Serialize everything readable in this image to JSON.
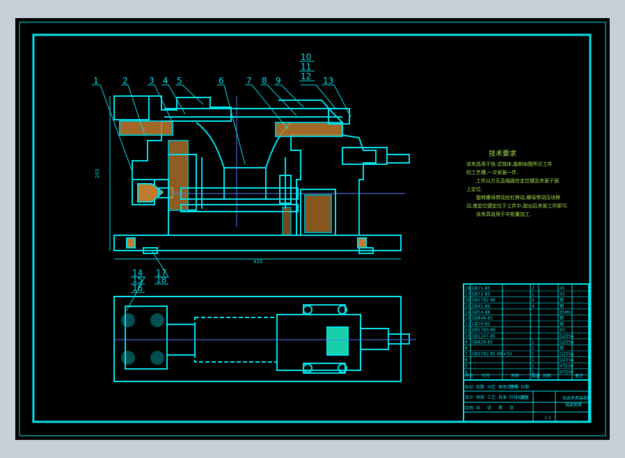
{
  "colors": {
    "background": "#c7d0d9",
    "sheet": "#000000",
    "line": "#00e5ee",
    "text": "#00e5ee",
    "note_text": "#a6e24a",
    "axis": "#5b7cff",
    "hatch_fill": "#c07b2c",
    "detail_fill": "#17d0a8"
  },
  "balloons": {
    "top": [
      "1",
      "2",
      "3",
      "4",
      "5",
      "6",
      "7",
      "8",
      "9",
      "13"
    ],
    "stack_top": [
      "10",
      "11",
      "12"
    ],
    "stack_bottom_left": [
      "14",
      "15",
      "16"
    ],
    "stack_bottom_right": [
      "17",
      "18"
    ]
  },
  "dimensions": {
    "overall_length": "410",
    "height": "203"
  },
  "notes": {
    "title": "技术要求",
    "lines": [
      "该夹具用于铣·式铣床,能削如图所示工件",
      "的工艺槽,一次安装一件.",
      "工件以方孔及端面在定位键及夹紧子面",
      "上定位.",
      "旋转螺母带动丝杠移动,螺母带动压块移",
      "动,使定位键定位于工件中,取出后夹紧工件即可.",
      "该夹具适用于中批量加工."
    ]
  },
  "parts_list": {
    "rows": [
      [
        "18",
        "GB71-85",
        "3",
        "",
        "45"
      ],
      [
        "17",
        "GB72-85",
        "1",
        "",
        "45"
      ],
      [
        "16",
        "GB5782-86",
        "4",
        "",
        "钢"
      ],
      [
        "15",
        "GB41-86",
        "4",
        "",
        "钢"
      ],
      [
        "14",
        "GB54-88",
        "",
        "",
        "65Mn"
      ],
      [
        "13",
        "GB848-85",
        "",
        "",
        "钢"
      ],
      [
        "12",
        "GB70-85",
        "",
        "",
        "钢"
      ],
      [
        "11",
        "GB5783-86",
        "",
        "",
        "20"
      ],
      [
        "10",
        "GB1247-85",
        "",
        "",
        "Q235A"
      ],
      [
        "9",
        "GB828-85",
        "1",
        "",
        "Q235A"
      ],
      [
        "8",
        "",
        "1",
        "",
        "钢"
      ],
      [
        "7",
        "GB5782-85 M8×50",
        "1",
        "",
        "Q235A"
      ],
      [
        "6",
        "",
        "1",
        "",
        "Q235A"
      ],
      [
        "5",
        "",
        "1",
        "",
        "HT200"
      ],
      [
        "4",
        "",
        "1",
        "",
        "HT200"
      ]
    ],
    "header": [
      "序号",
      "代号",
      "名称",
      "数量",
      "材料",
      "备注"
    ],
    "title_block": {
      "drawing_title": "钻床夹具装配图",
      "subtitle": "铣床夹具",
      "scale": "1:1",
      "labels": [
        "标记",
        "处数",
        "分区",
        "更改文件号",
        "签名",
        "日期",
        "设计",
        "审核",
        "工艺",
        "批准",
        "阶段标记",
        "重量",
        "比例",
        "共",
        "张",
        "第",
        "张"
      ]
    }
  }
}
